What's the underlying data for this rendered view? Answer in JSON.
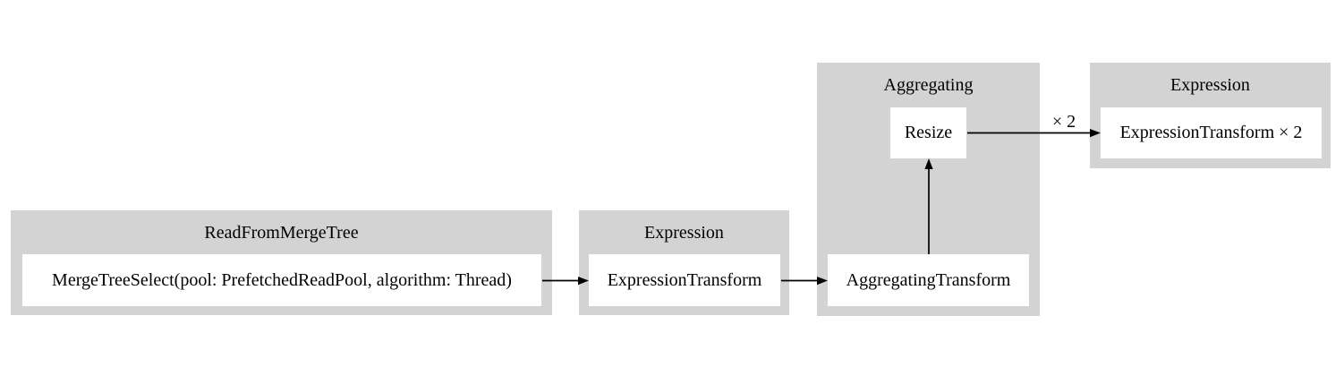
{
  "clusters": [
    {
      "label": "ReadFromMergeTree",
      "nodes": [
        {
          "label": "MergeTreeSelect(pool: PrefetchedReadPool, algorithm: Thread)"
        }
      ]
    },
    {
      "label": "Expression",
      "nodes": [
        {
          "label": "ExpressionTransform"
        }
      ]
    },
    {
      "label": "Aggregating",
      "nodes": [
        {
          "label": "Resize"
        },
        {
          "label": "AggregatingTransform"
        }
      ]
    },
    {
      "label": "Expression",
      "nodes": [
        {
          "label": "ExpressionTransform × 2"
        }
      ]
    }
  ],
  "edges": [
    {
      "from": "MergeTreeSelect(pool: PrefetchedReadPool, algorithm: Thread)",
      "to": "ExpressionTransform",
      "label": ""
    },
    {
      "from": "ExpressionTransform",
      "to": "AggregatingTransform",
      "label": ""
    },
    {
      "from": "AggregatingTransform",
      "to": "Resize",
      "label": ""
    },
    {
      "from": "Resize",
      "to": "ExpressionTransform × 2",
      "label": "× 2"
    }
  ],
  "colors": {
    "background": "#ffffff",
    "cluster_fill": "#d3d3d3",
    "node_fill": "#ffffff",
    "edge": "#000000",
    "text": "#000000"
  }
}
